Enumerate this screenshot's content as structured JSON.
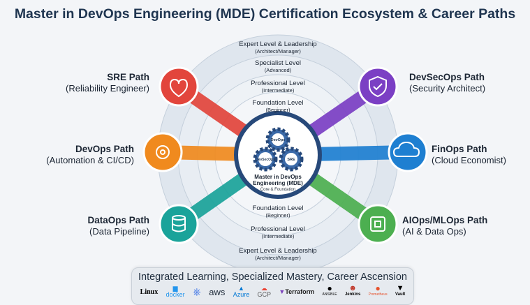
{
  "title": "Master in DevOps Engineering (MDE) Certification Ecosystem & Career Paths",
  "levels_top": [
    {
      "name": "Expert Level & Leadership",
      "sub": "(Architect/Manager)"
    },
    {
      "name": "Specialist Level",
      "sub": "(Advanced)"
    },
    {
      "name": "Professional Level",
      "sub": "(Intermediate)"
    },
    {
      "name": "Foundation Level",
      "sub": "(Beginner)"
    }
  ],
  "levels_bottom": [
    {
      "name": "Foundation Level",
      "sub": "(Beginner)"
    },
    {
      "name": "Professional Level",
      "sub": "(Intermediate)"
    },
    {
      "name": "Expert Level & Leadership",
      "sub": "(Architect/Manager)"
    }
  ],
  "core": {
    "gears": [
      "DevOps",
      "DevSecOps",
      "SRE"
    ],
    "title1": "Master in DevOps",
    "title2": "Engineering (MDE)",
    "sub": "Core & Foundation"
  },
  "paths": [
    {
      "name": "SRE Path",
      "role": "(Reliability Engineer)",
      "color": "#e2453c",
      "icon": "heart-pulse-wrench-icon"
    },
    {
      "name": "DevSecOps Path",
      "role": "(Security Architect)",
      "color": "#7b3fc4",
      "icon": "shield-check-icon"
    },
    {
      "name": "DevOps Path",
      "role": "(Automation & CI/CD)",
      "color": "#f08a1e",
      "icon": "cycle-gear-icon"
    },
    {
      "name": "FinOps Path",
      "role": "(Cloud Economist)",
      "color": "#1e7fd1",
      "icon": "cloud-dollar-icon"
    },
    {
      "name": "DataOps Path",
      "role": "(Data Pipeline)",
      "color": "#1aa39a",
      "icon": "database-icon"
    },
    {
      "name": "AIOps/MLOps Path",
      "role": "(AI & Data Ops)",
      "color": "#4caf50",
      "icon": "chip-icon"
    }
  ],
  "footer": {
    "text": "Integrated Learning, Specialized Mastery, Career Ascension",
    "tools": [
      "Linux",
      "docker",
      "",
      "aws",
      "Azure",
      "GCP",
      "Terraform",
      "ANSIBLE",
      "Jenkins",
      "Prometheus",
      "Vault"
    ]
  }
}
